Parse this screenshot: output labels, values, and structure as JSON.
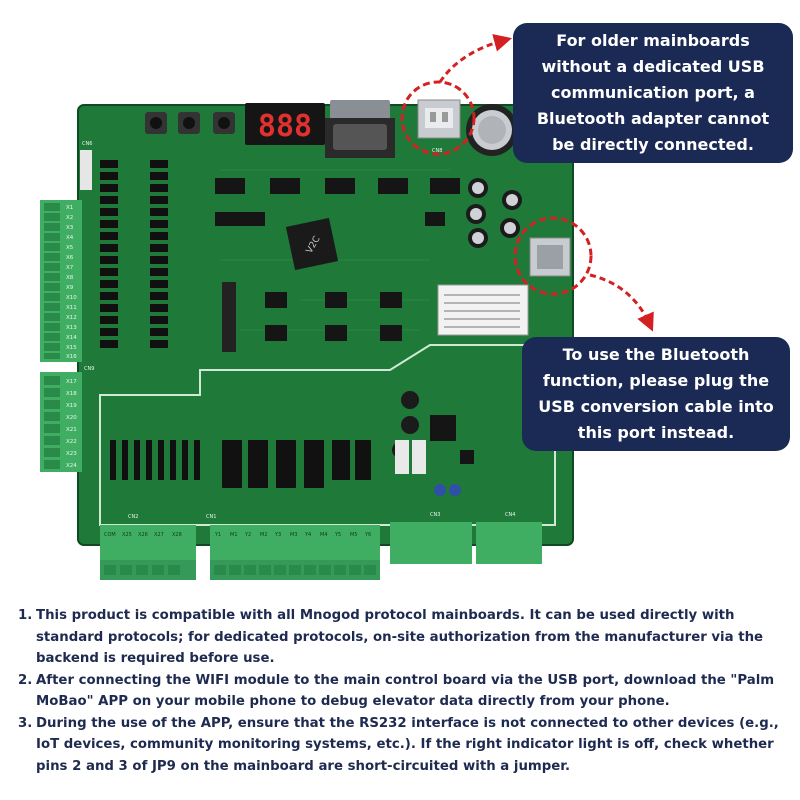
{
  "callouts": {
    "top": "For older mainboards without a dedicated USB communication port, a Bluetooth adapter cannot be directly connected.",
    "bottom": "To use the Bluetooth function, please plug the USB conversion cable into this port instead."
  },
  "notes": [
    {
      "num": "1.",
      "text": "This product is compatible with all Mnogod protocol mainboards. It can be used directly with standard protocols; for dedicated protocols, on-site authorization from the manufacturer via the backend is required before use."
    },
    {
      "num": "2.",
      "text": "After connecting the WIFI module to the main control board via the USB port, download the \"Palm MoBao\" APP on your mobile phone to debug elevator data directly from your phone."
    },
    {
      "num": "3.",
      "text": "During the use of the APP, ensure that the RS232 interface is not connected to other devices (e.g., IoT devices, community monitoring systems, etc.). If the right indicator light is off, check whether pins 2 and 3 of JP9 on the mainboard are short-circuited with a jumper."
    }
  ],
  "board": {
    "display_digits": "888",
    "chip_label": "V2C",
    "labels": {
      "cn6": "CN6",
      "cn8": "CN8",
      "cn9": "CN9",
      "cn2": "CN2",
      "cn3": "CN3",
      "cn4": "CN4",
      "cn1": "CN1",
      "x_inputs": [
        "X1",
        "X2",
        "X3",
        "X4",
        "X5",
        "X6",
        "X7",
        "X8",
        "X9",
        "X10",
        "X11",
        "X12",
        "X13",
        "X14",
        "X15",
        "X16"
      ],
      "x_lower": [
        "X17",
        "X18",
        "X19",
        "X20",
        "X21",
        "X22",
        "X23",
        "X24"
      ],
      "cn2_pins": [
        "COM",
        "X25",
        "X26",
        "X27",
        "X28"
      ],
      "cn1_pins": [
        "Y1",
        "M1",
        "Y2",
        "M2",
        "Y3",
        "M3",
        "Y4",
        "M4",
        "Y5",
        "M5",
        "Y6"
      ]
    },
    "colors": {
      "pcb": "#1f7a3a",
      "pcb_dark": "#17652f",
      "terminal": "#3fae62",
      "callout_bg": "#1b2a55",
      "highlight": "#d42020"
    }
  }
}
